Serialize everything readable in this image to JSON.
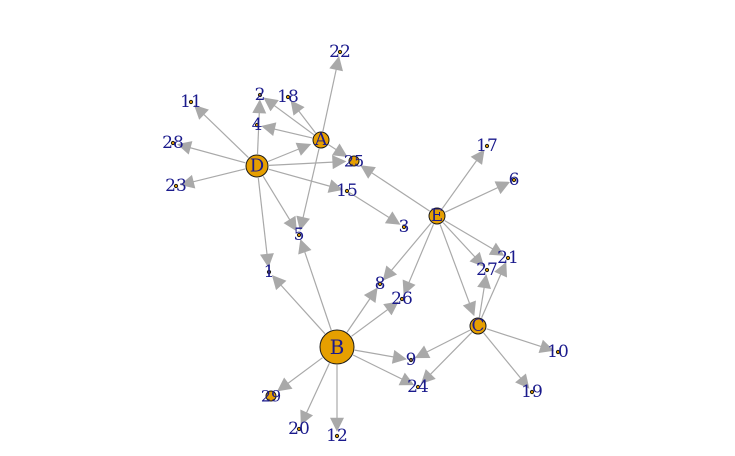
{
  "graph": {
    "colors": {
      "edge": "#a9a9a9",
      "node_fill": "#e69f00",
      "node_stroke": "#1a1a1a",
      "label": "#1a1a8c",
      "background": "#ffffff"
    },
    "nodes": [
      {
        "id": "A",
        "label": "A",
        "size": "small"
      },
      {
        "id": "B",
        "label": "B",
        "size": "large"
      },
      {
        "id": "C",
        "label": "C",
        "size": "small"
      },
      {
        "id": "D",
        "label": "D",
        "size": "medium"
      },
      {
        "id": "E",
        "label": "E",
        "size": "small"
      },
      {
        "id": "1",
        "label": "1",
        "size": "dot"
      },
      {
        "id": "2",
        "label": "2",
        "size": "dot"
      },
      {
        "id": "3",
        "label": "3",
        "size": "dot"
      },
      {
        "id": "4",
        "label": "4",
        "size": "dot"
      },
      {
        "id": "5",
        "label": "5",
        "size": "dot"
      },
      {
        "id": "6",
        "label": "6",
        "size": "dot"
      },
      {
        "id": "8",
        "label": "8",
        "size": "dot"
      },
      {
        "id": "9",
        "label": "9",
        "size": "dot"
      },
      {
        "id": "10",
        "label": "10",
        "size": "dot"
      },
      {
        "id": "11",
        "label": "11",
        "size": "dot"
      },
      {
        "id": "12",
        "label": "12",
        "size": "dot"
      },
      {
        "id": "15",
        "label": "15",
        "size": "dot"
      },
      {
        "id": "17",
        "label": "17",
        "size": "dot"
      },
      {
        "id": "18",
        "label": "18",
        "size": "dot"
      },
      {
        "id": "19",
        "label": "19",
        "size": "dot"
      },
      {
        "id": "20",
        "label": "20",
        "size": "dot"
      },
      {
        "id": "21",
        "label": "21",
        "size": "dot"
      },
      {
        "id": "22",
        "label": "22",
        "size": "dot"
      },
      {
        "id": "23",
        "label": "23",
        "size": "dot"
      },
      {
        "id": "24",
        "label": "24",
        "size": "dot"
      },
      {
        "id": "25",
        "label": "25",
        "size": "tiny"
      },
      {
        "id": "26",
        "label": "26",
        "size": "dot"
      },
      {
        "id": "27",
        "label": "27",
        "size": "dot"
      },
      {
        "id": "28",
        "label": "28",
        "size": "dot"
      },
      {
        "id": "29",
        "label": "29",
        "size": "tiny"
      }
    ],
    "edges": [
      {
        "from": "A",
        "to": "22"
      },
      {
        "from": "A",
        "to": "2"
      },
      {
        "from": "A",
        "to": "18"
      },
      {
        "from": "A",
        "to": "4"
      },
      {
        "from": "A",
        "to": "5"
      },
      {
        "from": "A",
        "to": "25"
      },
      {
        "from": "D",
        "to": "11"
      },
      {
        "from": "D",
        "to": "28"
      },
      {
        "from": "D",
        "to": "23"
      },
      {
        "from": "D",
        "to": "2"
      },
      {
        "from": "D",
        "to": "A"
      },
      {
        "from": "D",
        "to": "25"
      },
      {
        "from": "D",
        "to": "15"
      },
      {
        "from": "D",
        "to": "5"
      },
      {
        "from": "D",
        "to": "1"
      },
      {
        "from": "E",
        "to": "17"
      },
      {
        "from": "E",
        "to": "6"
      },
      {
        "from": "E",
        "to": "21"
      },
      {
        "from": "E",
        "to": "27"
      },
      {
        "from": "E",
        "to": "25"
      },
      {
        "from": "E",
        "to": "26"
      },
      {
        "from": "E",
        "to": "8"
      },
      {
        "from": "15",
        "to": "3"
      },
      {
        "from": "E",
        "to": "C"
      },
      {
        "from": "C",
        "to": "21"
      },
      {
        "from": "C",
        "to": "27"
      },
      {
        "from": "C",
        "to": "10"
      },
      {
        "from": "C",
        "to": "19"
      },
      {
        "from": "C",
        "to": "9"
      },
      {
        "from": "C",
        "to": "24"
      },
      {
        "from": "B",
        "to": "1"
      },
      {
        "from": "B",
        "to": "5"
      },
      {
        "from": "B",
        "to": "8"
      },
      {
        "from": "B",
        "to": "26"
      },
      {
        "from": "B",
        "to": "9"
      },
      {
        "from": "B",
        "to": "24"
      },
      {
        "from": "B",
        "to": "29"
      },
      {
        "from": "B",
        "to": "20"
      },
      {
        "from": "B",
        "to": "12"
      }
    ]
  }
}
